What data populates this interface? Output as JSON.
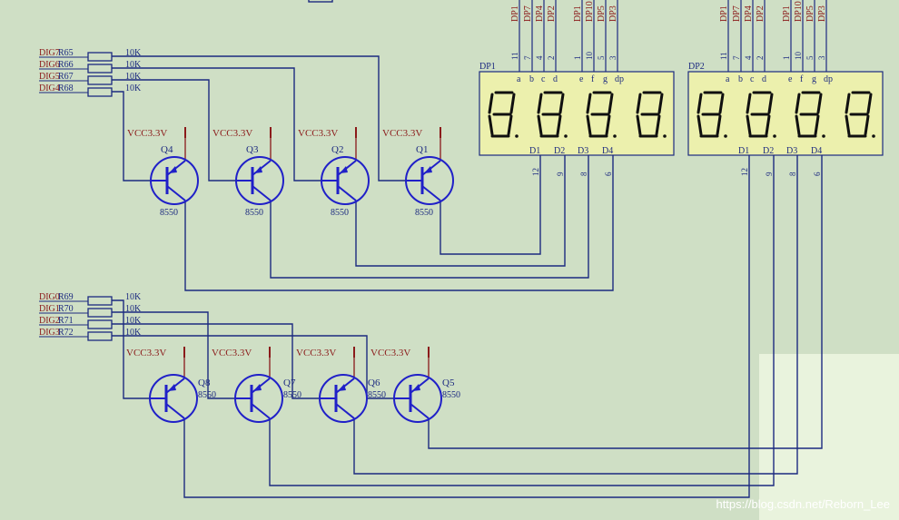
{
  "colors": {
    "background": "#cfdfc5",
    "wire": "#1c2a80",
    "transistor": "#2020c8",
    "label": "#8b1a1a",
    "power": "#8b1a1a",
    "display_body": "#ecf0ad",
    "display_segment": "#101010",
    "watermark": "#ffffff"
  },
  "displays": [
    {
      "name": "DP1",
      "top_pin_labels": [
        "DP1",
        "DP7",
        "DP4",
        "DP2",
        "DP1",
        "DP10",
        "DP5",
        "DP3"
      ],
      "top_pin_numbers": [
        "11",
        "7",
        "4",
        "2",
        "1",
        "10",
        "5",
        "3"
      ],
      "segment_letters": [
        "a",
        "b",
        "c",
        "d",
        "e",
        "f",
        "g",
        "dp"
      ],
      "digit_pins": [
        "D1",
        "D2",
        "D3",
        "D4"
      ],
      "digit_pin_numbers": [
        "12",
        "9",
        "8",
        "6"
      ]
    },
    {
      "name": "DP2",
      "top_pin_labels": [
        "DP1",
        "DP7",
        "DP4",
        "DP2",
        "DP1",
        "DP10",
        "DP5",
        "DP3"
      ],
      "top_pin_numbers": [
        "11",
        "7",
        "4",
        "2",
        "1",
        "10",
        "5",
        "3"
      ],
      "segment_letters": [
        "a",
        "b",
        "c",
        "d",
        "e",
        "f",
        "g",
        "dp"
      ],
      "digit_pins": [
        "D1",
        "D2",
        "D3",
        "D4"
      ],
      "digit_pin_numbers": [
        "12",
        "9",
        "8",
        "6"
      ]
    }
  ],
  "groups": [
    {
      "nets": [
        "DIG7",
        "DIG6",
        "DIG5",
        "DIG4"
      ],
      "resistors": [
        "R65",
        "R66",
        "R67",
        "R68"
      ],
      "resistor_value": "10K",
      "transistors": [
        {
          "name": "Q4",
          "part": "8550",
          "vcc": "VCC3.3V"
        },
        {
          "name": "Q3",
          "part": "8550",
          "vcc": "VCC3.3V"
        },
        {
          "name": "Q2",
          "part": "8550",
          "vcc": "VCC3.3V"
        },
        {
          "name": "Q1",
          "part": "8550",
          "vcc": "VCC3.3V"
        }
      ]
    },
    {
      "nets": [
        "DIG0",
        "DIG1",
        "DIG2",
        "DIG3"
      ],
      "resistors": [
        "R69",
        "R70",
        "R71",
        "R72"
      ],
      "resistor_value": "10K",
      "transistors": [
        {
          "name": "Q8",
          "part": "8550",
          "vcc": "VCC3.3V"
        },
        {
          "name": "Q7",
          "part": "8550",
          "vcc": "VCC3.3V"
        },
        {
          "name": "Q6",
          "part": "8550",
          "vcc": "VCC3.3V"
        },
        {
          "name": "Q5",
          "part": "8550",
          "vcc": "VCC3.3V"
        }
      ]
    }
  ],
  "watermark": "https://blog.csdn.net/Reborn_Lee"
}
